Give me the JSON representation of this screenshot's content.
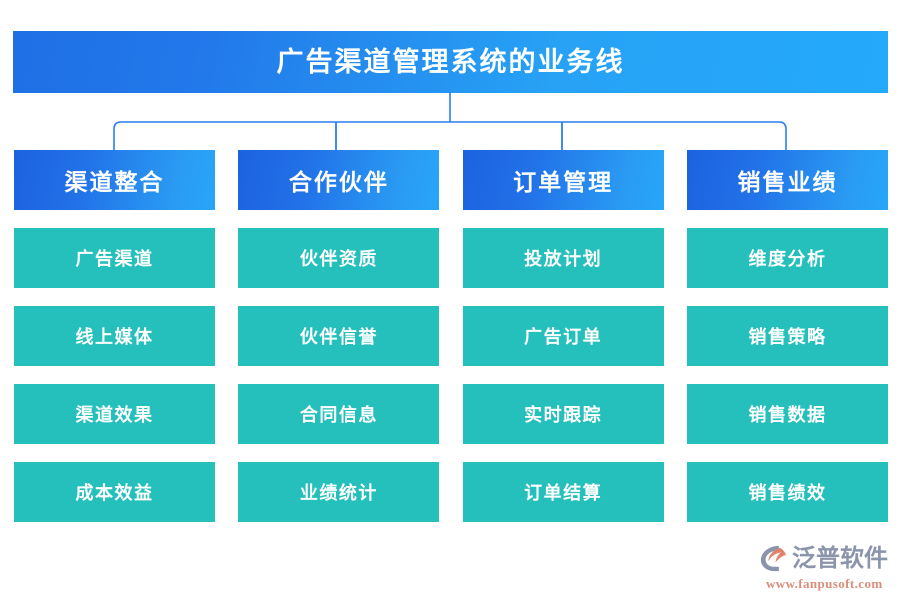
{
  "diagram": {
    "title": "广告渠道管理系统的业务线",
    "columns": [
      {
        "header": "渠道整合",
        "items": [
          "广告渠道",
          "线上媒体",
          "渠道效果",
          "成本效益"
        ]
      },
      {
        "header": "合作伙伴",
        "items": [
          "伙伴资质",
          "伙伴信誉",
          "合同信息",
          "业绩统计"
        ]
      },
      {
        "header": "订单管理",
        "items": [
          "投放计划",
          "广告订单",
          "实时跟踪",
          "订单结算"
        ]
      },
      {
        "header": "销售业绩",
        "items": [
          "维度分析",
          "销售策略",
          "销售数据",
          "销售绩效"
        ]
      }
    ]
  },
  "logo": {
    "wordmark": "泛普软件",
    "url": "www.fanpusoft.com",
    "mark_icon": "fanpu-swoosh-icon"
  },
  "colors": {
    "title_gradient_start": "#1f6fe5",
    "title_gradient_end": "#24a9fb",
    "header_gradient_start": "#1c62e0",
    "header_gradient_end": "#27a6f8",
    "item_teal": "#25bfbc",
    "connector_line": "#2a7ef0",
    "background": "#ffffff",
    "logo_wordmark": "#8a94ab",
    "logo_url": "#d98e7a"
  }
}
